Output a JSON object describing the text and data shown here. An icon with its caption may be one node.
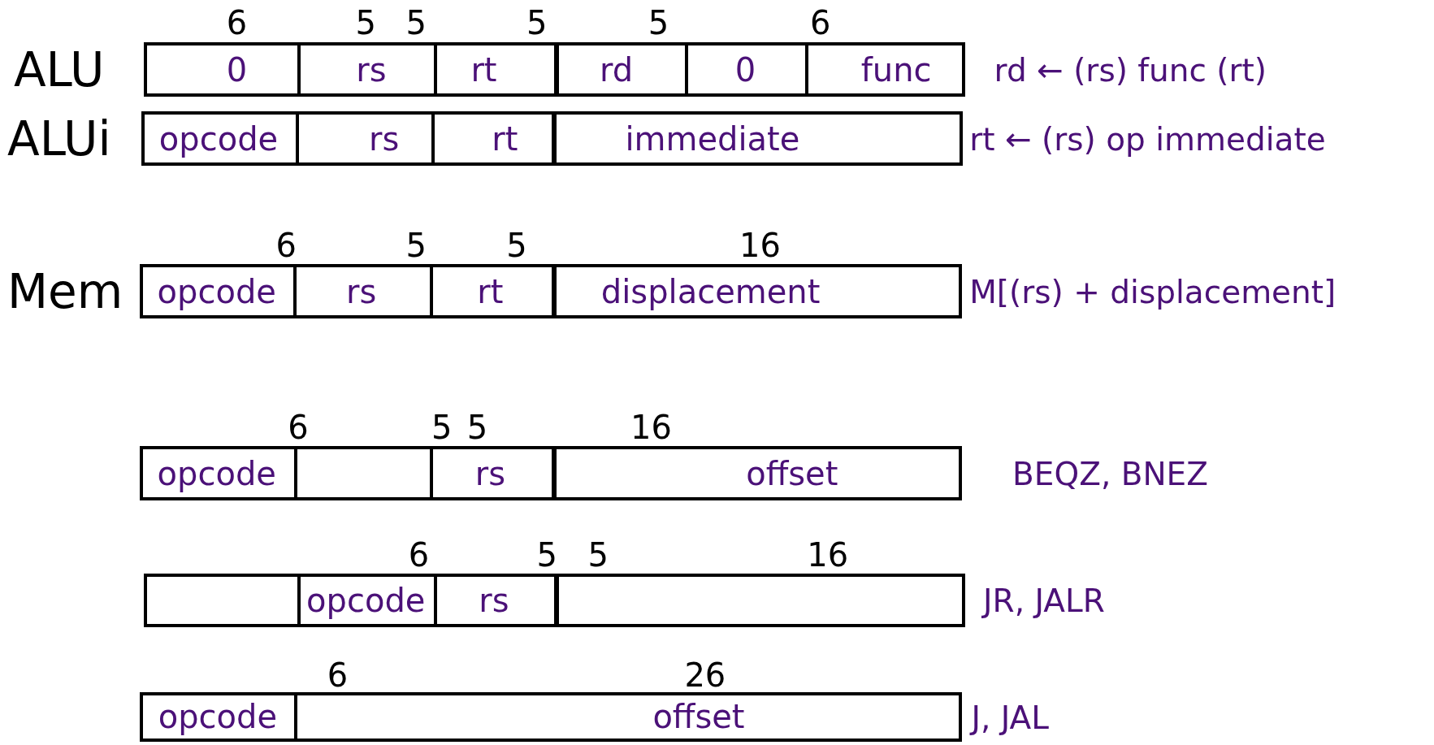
{
  "diagram": {
    "nodes": [
      {
        "text": [
          "0",
          "rs",
          "rt",
          "rd",
          "0",
          "func"
        ],
        "beside": [
          "ALU",
          "rd ← (rs) func (rt)"
        ]
      },
      {
        "text": [
          "opcode",
          "rs",
          "rt",
          "immediate"
        ],
        "beside": [
          "ALUi",
          "rt ← (rs) op immediate"
        ]
      },
      {
        "text": [
          "opcode",
          "rs",
          "rt",
          "displacement"
        ],
        "beside": [
          "Mem",
          "M[(rs) + displacement]"
        ]
      },
      {
        "text": [
          "opcode",
          "rs",
          "offset"
        ],
        "beside": [
          "BEQZ, BNEZ"
        ]
      },
      {
        "text": [
          "opcode",
          "rs"
        ],
        "beside": [
          "JR, JALR"
        ]
      },
      {
        "text": [
          "opcode",
          "offset"
        ],
        "beside": [
          "J, JAL"
        ]
      }
    ],
    "labels": [
      "6",
      "5",
      "5",
      "5",
      "5",
      "6",
      "6",
      "5",
      "5",
      "16",
      "6",
      "5",
      "5",
      "16",
      "6",
      "5",
      "5",
      "16",
      "6",
      "26"
    ]
  }
}
